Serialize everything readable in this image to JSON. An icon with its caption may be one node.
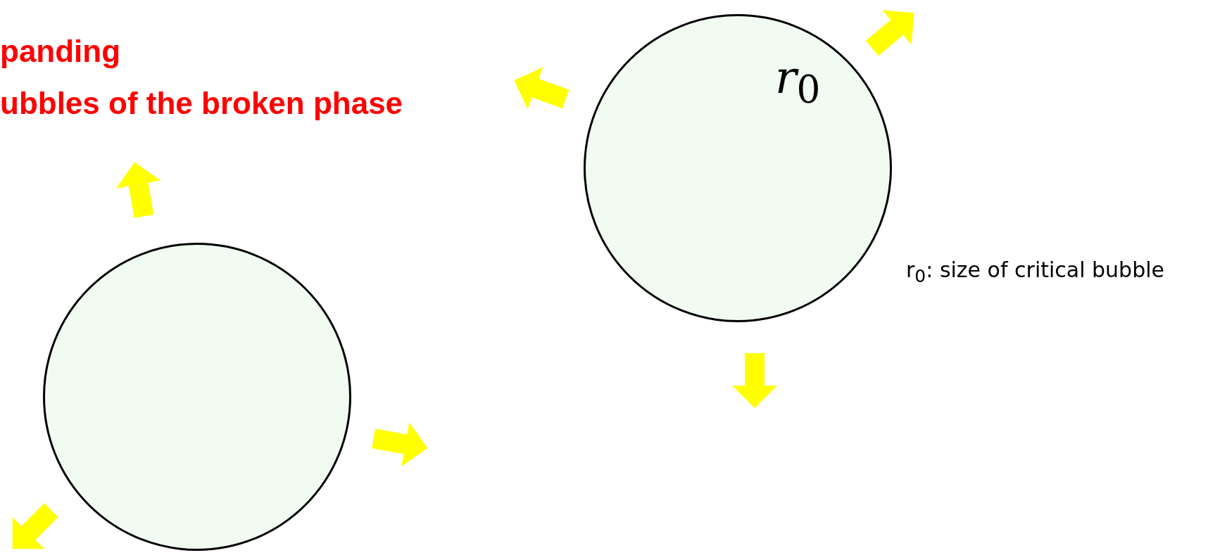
{
  "diagram": {
    "nodes": [
      {
        "text": [
          "*r*$_{0}$"
        ],
        "beside": [
          "r$_{0}$: size of critical bubble"
        ]
      },
      {
        "text": [],
        "shape": "circle"
      }
    ],
    "edges": [],
    "labels": [
      "panding",
      "ubbles of the broken phase"
    ]
  }
}
